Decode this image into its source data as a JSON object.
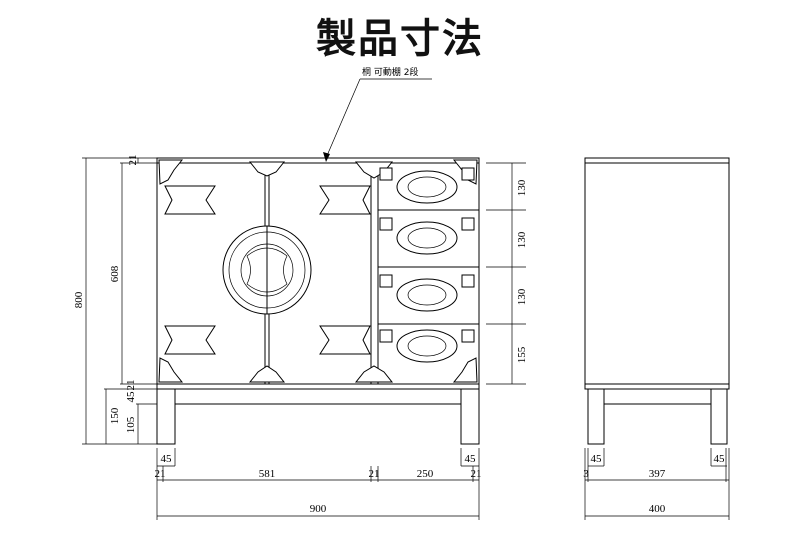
{
  "title": "製品寸法",
  "annotation": "桐 可動棚 2段",
  "front_dims": {
    "total_height": "800",
    "body_height": "608",
    "top_trim": "21",
    "leg_height": "150",
    "leg_lower": "105",
    "leg_upper": "45",
    "leg_gap": "21",
    "drawer_heights": [
      "130",
      "130",
      "130",
      "155"
    ],
    "leg_left": "45",
    "leg_right": "45",
    "side_trim_left": "21",
    "side_trim_right": "21",
    "door_width": "581",
    "divider": "21",
    "drawer_width": "250",
    "total_width": "900"
  },
  "side_dims": {
    "leg_left": "45",
    "leg_right": "45",
    "trim": "3",
    "inner_width": "397",
    "total_depth": "400"
  }
}
